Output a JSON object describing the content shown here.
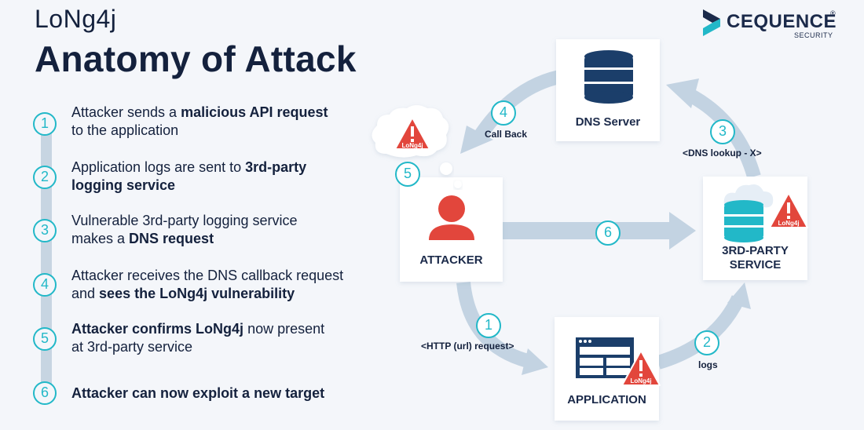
{
  "header": {
    "subtitle": "LoNg4j",
    "title": "Anatomy of Attack"
  },
  "brand": {
    "name": "CEQUENCE",
    "sub": "SECURITY",
    "mark": "®"
  },
  "steps": [
    {
      "num": "1",
      "pre": "Attacker sends a ",
      "bold": "malicious API request",
      "post": "",
      "line2": "to the application",
      "line2_bold": ""
    },
    {
      "num": "2",
      "pre": "Application logs are sent to ",
      "bold": "3rd-party",
      "post": "",
      "line2": "",
      "line2_bold": "logging service"
    },
    {
      "num": "3",
      "pre": "Vulnerable 3rd-party logging service",
      "bold": "",
      "post": "",
      "line2": "makes a ",
      "line2_bold": "DNS request"
    },
    {
      "num": "4",
      "pre": "Attacker receives the DNS callback request",
      "bold": "",
      "post": "",
      "line2": "and ",
      "line2_bold": "sees the LoNg4j vulnerability"
    },
    {
      "num": "5",
      "pre": "",
      "bold": "Attacker confirms LoNg4j",
      "post": " now present",
      "line2": "at 3rd-party service",
      "line2_bold": ""
    },
    {
      "num": "6",
      "pre": "",
      "bold": "Attacker can now exploit a new target",
      "post": "",
      "line2": "",
      "line2_bold": ""
    }
  ],
  "nodes": {
    "dns": "DNS Server",
    "attacker": "ATTACKER",
    "third_party_l1": "3RD-PARTY",
    "third_party_l2": "SERVICE",
    "application": "APPLICATION"
  },
  "edges": {
    "e1_num": "1",
    "e1_label": "<HTTP (url) request>",
    "e2_num": "2",
    "e2_label": "logs",
    "e3_num": "3",
    "e3_label": "<DNS lookup - X>",
    "e4_num": "4",
    "e4_label": "Call Back",
    "e5_num": "5",
    "e6_num": "6"
  },
  "badge_text": "LoNg4j",
  "colors": {
    "navy": "#14213d",
    "teal": "#22b8c8",
    "arrow": "#c3d3e2",
    "warning": "#e2463c",
    "person": "#e2463c"
  },
  "icons": [
    "database-icon",
    "person-icon",
    "browser-window-icon",
    "warning-icon",
    "cloud-icon",
    "thought-bubble-icon"
  ]
}
